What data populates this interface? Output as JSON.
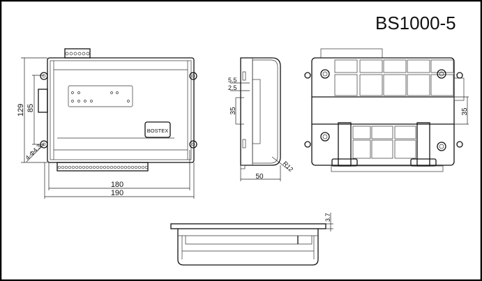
{
  "title": "BS1000-5",
  "brand": "BOSTEX",
  "front_view": {
    "height_label": "129",
    "hole_spacing_label": "85",
    "hole_label": "4-Φ4.3",
    "inner_width_label": "180",
    "outer_width_label": "190"
  },
  "side_view": {
    "dim_a": "5.5",
    "dim_b": "2.5",
    "rail_label": "35",
    "depth_label": "50",
    "radius_label": "R12"
  },
  "back_view": {
    "rail_label": "35"
  },
  "bottom_view": {
    "flange_label": "3.7"
  }
}
